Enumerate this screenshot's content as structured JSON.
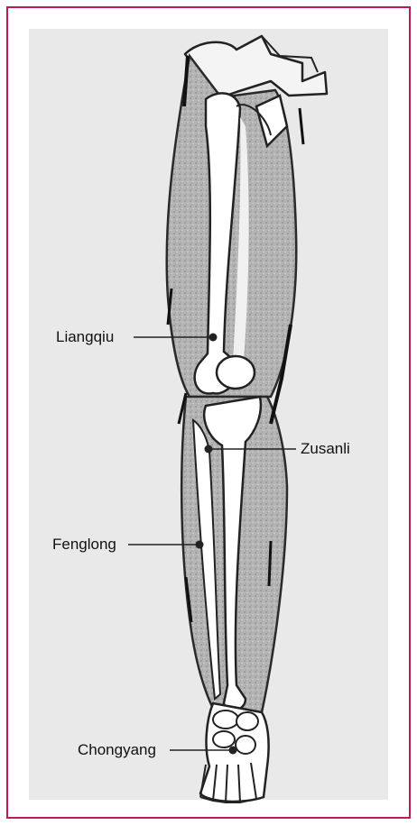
{
  "figure": {
    "border_color": "#c0185f",
    "background_color": "#e9e9e9",
    "subject": "anterior-leg-acupoints",
    "points": [
      {
        "id": "liangqiu",
        "label": "Liangqiu"
      },
      {
        "id": "zusanli",
        "label": "Zusanli"
      },
      {
        "id": "fenglong",
        "label": "Fenglong"
      },
      {
        "id": "chongyang",
        "label": "Chongyang"
      }
    ]
  }
}
